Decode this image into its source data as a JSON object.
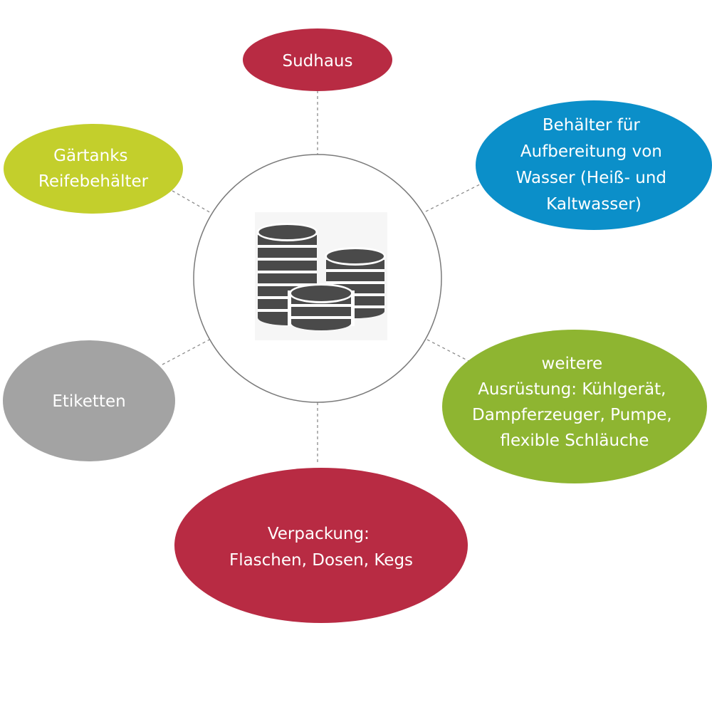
{
  "colors": {
    "crimson": "#b82b43",
    "lime": "#c3cf2c",
    "blue": "#0b8fc9",
    "olive": "#8eb531",
    "gray": "#a3a3a3",
    "center_stroke": "#7a7a7a",
    "icon": "#4a4a4a"
  },
  "center": {
    "icon": "coin-stacks-icon"
  },
  "nodes": {
    "sudhaus": {
      "lines": [
        "Sudhaus"
      ]
    },
    "gaertanks": {
      "lines": [
        "Gärtanks",
        "Reifebehälter"
      ]
    },
    "behaelter": {
      "lines": [
        "Behälter für",
        "Aufbereitung von",
        "Wasser (Heiß- und",
        "Kaltwasser)"
      ]
    },
    "etiketten": {
      "lines": [
        "Etiketten"
      ]
    },
    "weitere": {
      "lines": [
        "weitere",
        "Ausrüstung: Kühlgerät,",
        "Dampferzeuger, Pumpe,",
        "flexible Schläuche"
      ]
    },
    "verpackung": {
      "lines": [
        "Verpackung:",
        "Flaschen, Dosen, Kegs"
      ]
    }
  }
}
